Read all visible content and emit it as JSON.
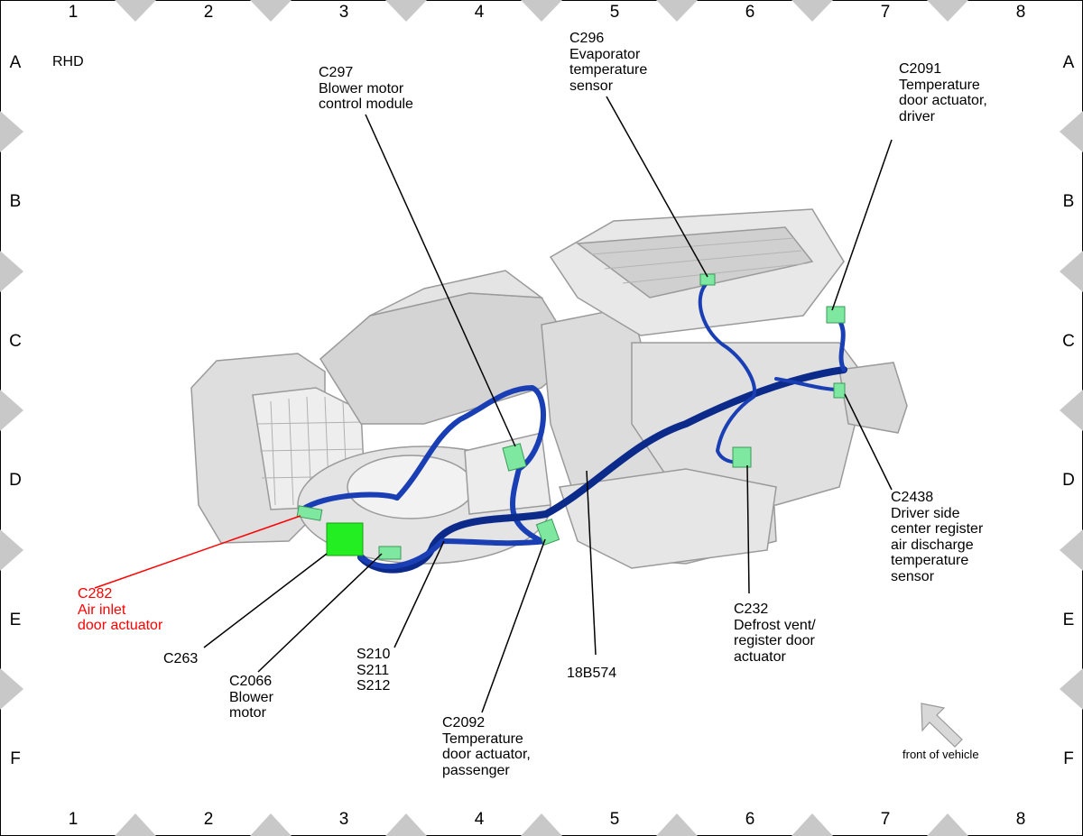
{
  "colors": {
    "frame": "#c8c8c8",
    "harness": "#1a3fb5",
    "harness_dark": "#0c2a8a",
    "connector": "#7ee8a0",
    "connector_highlight": "#22ee22",
    "highlight_label": "#ff0000",
    "housing": "#e2e2e2",
    "housing_edge": "#9a9a9a"
  },
  "grid": {
    "columns": [
      "1",
      "2",
      "3",
      "4",
      "5",
      "6",
      "7",
      "8"
    ],
    "rows": [
      "A",
      "B",
      "C",
      "D",
      "E",
      "F"
    ]
  },
  "corner_note": "RHD",
  "callouts": {
    "c297": {
      "code": "C297",
      "desc": [
        "Blower motor",
        "control module"
      ]
    },
    "c296": {
      "code": "C296",
      "desc": [
        "Evaporator",
        "temperature",
        "sensor"
      ]
    },
    "c2091": {
      "code": "C2091",
      "desc": [
        "Temperature",
        "door actuator,",
        "driver"
      ]
    },
    "c2438": {
      "code": "C2438",
      "desc": [
        "Driver side",
        "center register",
        "air discharge",
        "temperature",
        "sensor"
      ]
    },
    "c282": {
      "code": "C282",
      "desc": [
        "Air inlet",
        "door actuator"
      ]
    },
    "c263": {
      "code": "C263",
      "desc": []
    },
    "c2066": {
      "code": "C2066",
      "desc": [
        "Blower",
        "motor"
      ]
    },
    "splices": {
      "lines": [
        "S210",
        "S211",
        "S212"
      ]
    },
    "c2092": {
      "code": "C2092",
      "desc": [
        "Temperature",
        "door actuator,",
        "passenger"
      ]
    },
    "harness_18b574": {
      "code": "18B574",
      "desc": []
    },
    "c232": {
      "code": "C232",
      "desc": [
        "Defrost vent/",
        "register door",
        "actuator"
      ]
    }
  },
  "orientation_label": "front of vehicle",
  "icons": {
    "orientation": "arrow-up-left-icon"
  }
}
